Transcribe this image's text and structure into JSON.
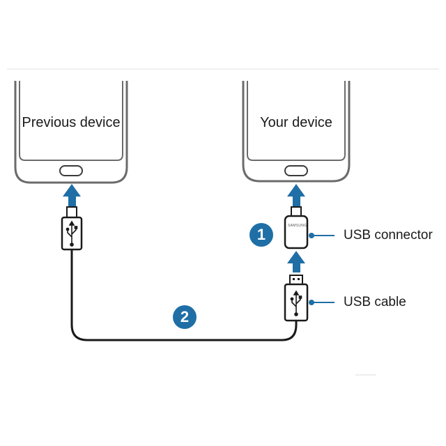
{
  "devices": {
    "previous": {
      "label": "Previous device"
    },
    "yours": {
      "label": "Your device"
    }
  },
  "steps": {
    "step1": "1",
    "step2": "2"
  },
  "callouts": {
    "usb_connector": "USB connector",
    "usb_cable": "USB cable"
  },
  "connector_brand": "SAMSUNG",
  "colors": {
    "accent": "#1f6fa6",
    "outline": "#1a1a1a",
    "device_frame": "#6b6b6b"
  }
}
